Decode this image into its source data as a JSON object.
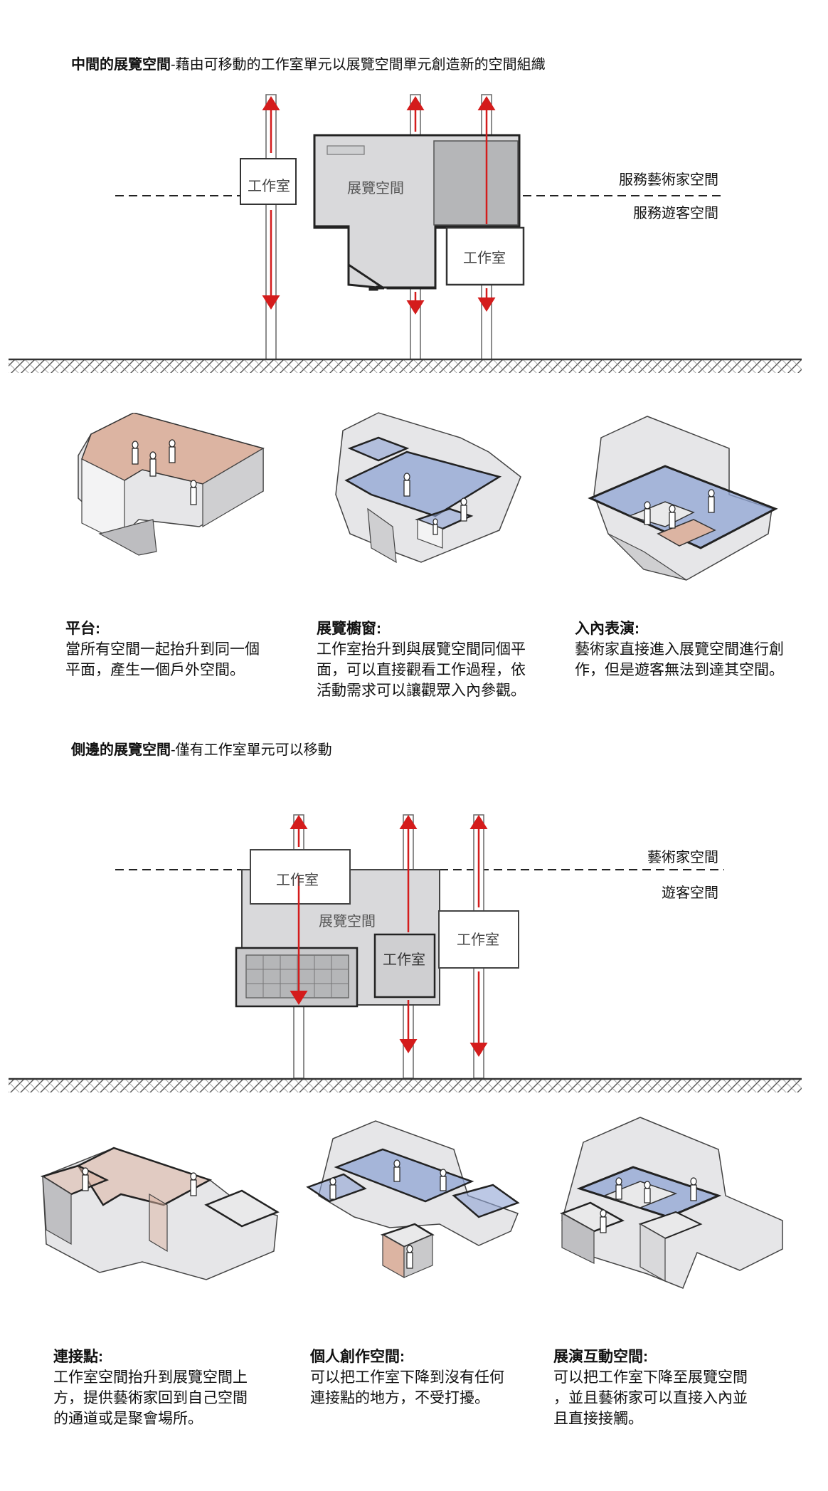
{
  "section1": {
    "heading_bold": "中間的展覽空間",
    "heading_rest": "-藉由可移動的工作室單元以展覽空間單元創造新的空間組織",
    "zone_upper": "服務藝術家空間",
    "zone_lower": "服務遊客空間",
    "exhibit_label": "展覽空間",
    "studio_left_label": "工作室",
    "studio_right_label": "工作室",
    "captions": [
      {
        "title": "平台:",
        "body": "當所有空間一起抬升到同一個\n平面，產生一個戶外空間。"
      },
      {
        "title": "展覽櫥窗:",
        "body": "工作室抬升到與展覽空間同個平\n面，可以直接觀看工作過程，依\n活動需求可以讓觀眾入內參觀。"
      },
      {
        "title": "入內表演:",
        "body": "藝術家直接進入展覽空間進行創\n作，但是遊客無法到達其空間。"
      }
    ]
  },
  "section2": {
    "heading_bold": "側邊的展覽空間",
    "heading_rest": "-僅有工作室單元可以移動",
    "zone_upper": "藝術家空間",
    "zone_lower": "遊客空間",
    "exhibit_label": "展覽空間",
    "studio_top_label": "工作室",
    "studio_mid_label": "工作室",
    "studio_right_label": "工作室",
    "captions": [
      {
        "title": "連接點:",
        "body": "工作室空間抬升到展覽空間上\n方，提供藝術家回到自己空間\n的通道或是聚會場所。"
      },
      {
        "title": "個人創作空間:",
        "body": "可以把工作室下降到沒有任何\n連接點的地方，不受打擾。"
      },
      {
        "title": "展演互動空間:",
        "body": "可以把工作室下降至展覽空間\n，並且藝術家可以直接入內並\n且直接接觸。"
      }
    ]
  },
  "colors": {
    "arrow": "#d41c1c",
    "exhibit_fill": "#d9d9db",
    "dark_fill": "#b5b6b8",
    "roof_pink": "#dcb4a2",
    "glass_blue": "#8fa4d4",
    "ground_line": "#333333"
  }
}
